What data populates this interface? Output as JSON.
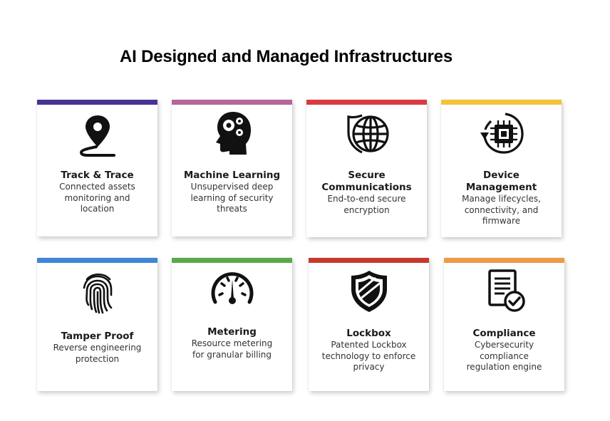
{
  "page": {
    "title": "AI Designed and Managed Infrastructures"
  },
  "cards": [
    {
      "title": [
        "Track & Trace"
      ],
      "desc": [
        "Connected assets",
        "monitoring and",
        "location"
      ],
      "color": "#4a3294",
      "icon": "location-pin-icon"
    },
    {
      "title": [
        "Machine Learning"
      ],
      "desc": [
        "Unsupervised deep",
        "learning of security",
        "threats"
      ],
      "color": "#b3679b",
      "icon": "brain-gears-icon"
    },
    {
      "title": [
        "Secure",
        "Communications"
      ],
      "desc": [
        "End-to-end secure",
        "encryption"
      ],
      "color": "#d93a40",
      "icon": "globe-shield-icon"
    },
    {
      "title": [
        "Device",
        "Management"
      ],
      "desc": [
        "Manage lifecycles,",
        "connectivity, and",
        "firmware"
      ],
      "color": "#f4c33a",
      "icon": "chip-cycle-icon"
    },
    {
      "title": [
        "Tamper Proof"
      ],
      "desc": [
        "Reverse engineering",
        "protection"
      ],
      "color": "#3f86d8",
      "icon": "fingerprint-icon"
    },
    {
      "title": [
        "Metering"
      ],
      "desc": [
        "Resource metering",
        "for granular billing"
      ],
      "color": "#5aa84a",
      "icon": "gauge-icon"
    },
    {
      "title": [
        "Lockbox"
      ],
      "desc": [
        "Patented Lockbox",
        "technology to enforce",
        "privacy"
      ],
      "color": "#c8382c",
      "icon": "shield-icon"
    },
    {
      "title": [
        "Compliance"
      ],
      "desc": [
        "Cybersecurity",
        "compliance",
        "regulation engine"
      ],
      "color": "#ef9a44",
      "icon": "document-check-icon"
    }
  ]
}
